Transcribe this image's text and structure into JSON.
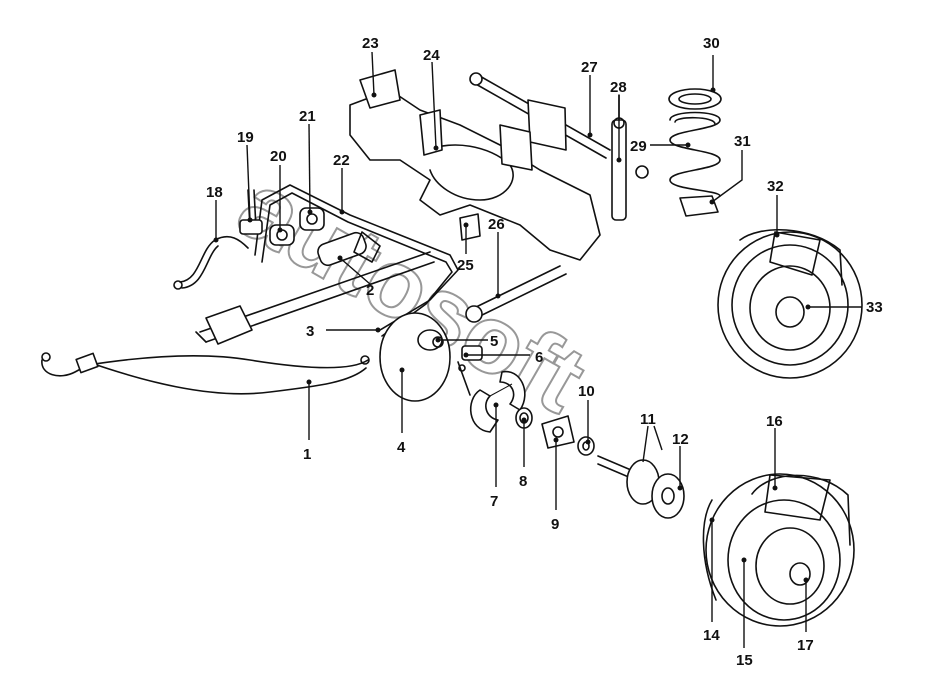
{
  "callouts": [
    {
      "id": "1",
      "label": "1"
    },
    {
      "id": "2",
      "label": "2"
    },
    {
      "id": "3",
      "label": "3"
    },
    {
      "id": "4",
      "label": "4"
    },
    {
      "id": "5",
      "label": "5"
    },
    {
      "id": "6",
      "label": "6"
    },
    {
      "id": "7",
      "label": "7"
    },
    {
      "id": "8",
      "label": "8"
    },
    {
      "id": "9",
      "label": "9"
    },
    {
      "id": "10",
      "label": "10"
    },
    {
      "id": "11",
      "label": "11"
    },
    {
      "id": "12",
      "label": "12"
    },
    {
      "id": "14",
      "label": "14"
    },
    {
      "id": "15",
      "label": "15"
    },
    {
      "id": "16",
      "label": "16"
    },
    {
      "id": "17",
      "label": "17"
    },
    {
      "id": "18",
      "label": "18"
    },
    {
      "id": "19",
      "label": "19"
    },
    {
      "id": "20",
      "label": "20"
    },
    {
      "id": "21",
      "label": "21"
    },
    {
      "id": "22",
      "label": "22"
    },
    {
      "id": "23",
      "label": "23"
    },
    {
      "id": "24",
      "label": "24"
    },
    {
      "id": "25",
      "label": "25"
    },
    {
      "id": "26",
      "label": "26"
    },
    {
      "id": "27",
      "label": "27"
    },
    {
      "id": "28",
      "label": "28"
    },
    {
      "id": "29",
      "label": "29"
    },
    {
      "id": "30",
      "label": "30"
    },
    {
      "id": "31",
      "label": "31"
    },
    {
      "id": "32",
      "label": "32"
    },
    {
      "id": "33",
      "label": "33"
    }
  ],
  "watermark": {
    "text": "autosoft"
  },
  "colors": {
    "line": "#111111",
    "background": "#ffffff"
  }
}
